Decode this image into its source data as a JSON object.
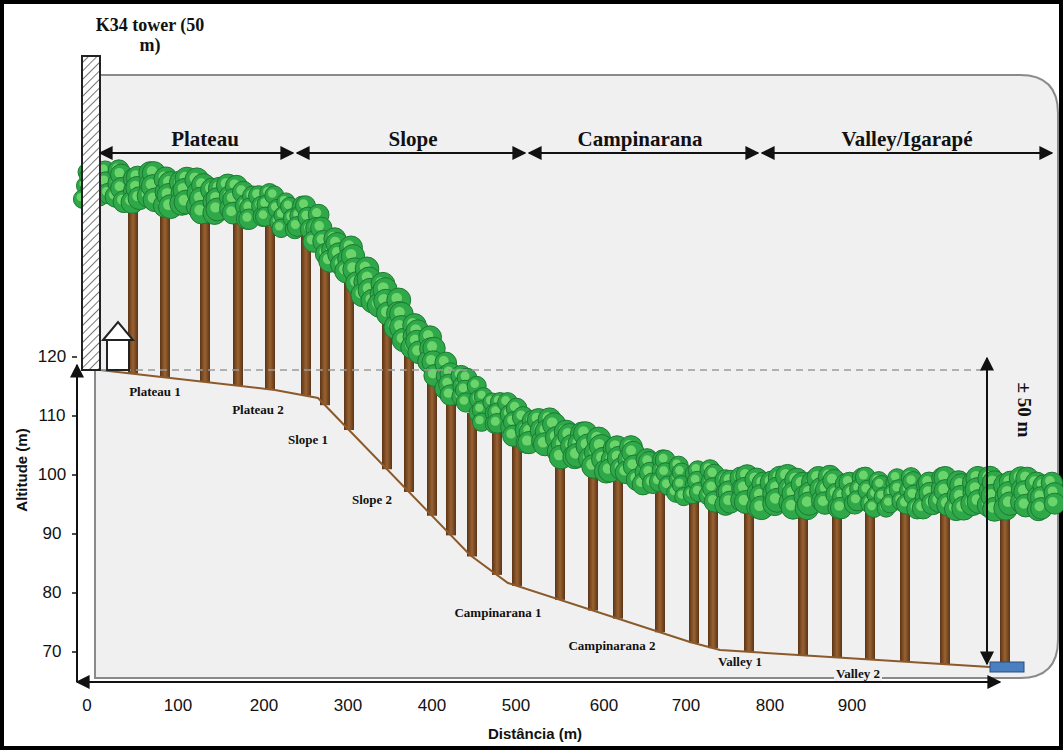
{
  "diagram": {
    "labels": [
      "K34 tower (50 m)",
      "Plateau",
      "Slope",
      "Campinarana",
      "Valley/Igarapé",
      "120",
      "110",
      "100",
      "90",
      "80",
      "70",
      "Altitude (m)",
      "Plateau 1",
      "Plateau 2",
      "Slope 1",
      "Slope 2",
      "Campinarana 1",
      "Campinarana 2",
      "Valley 1",
      "Valley 2",
      "± 50 m",
      "0",
      "100",
      "200",
      "300",
      "400",
      "500",
      "600",
      "700",
      "800",
      "900",
      "Distância (m)"
    ]
  }
}
